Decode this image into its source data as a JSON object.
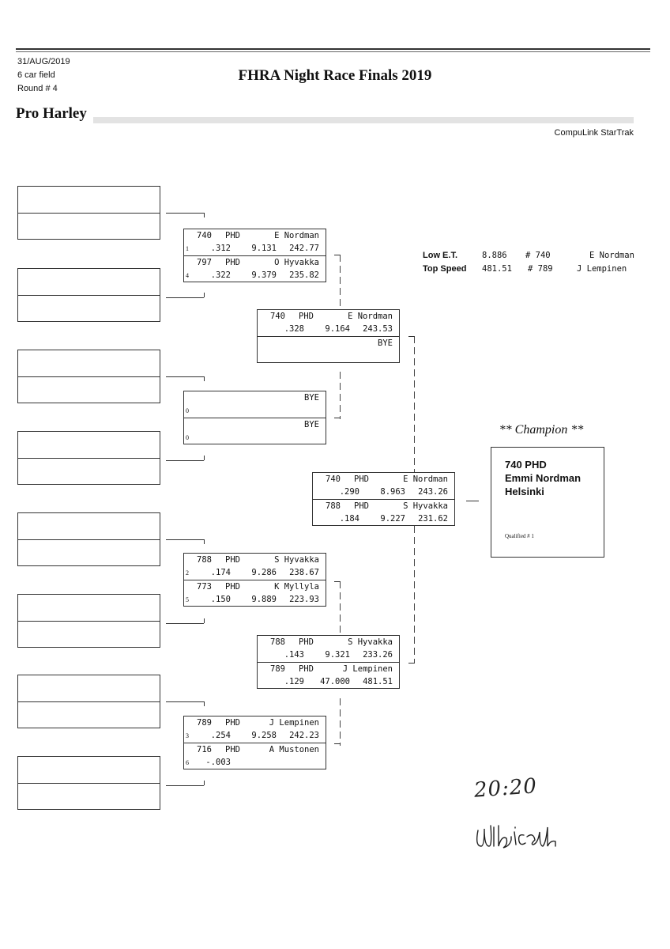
{
  "header": {
    "date": "31/AUG/2019",
    "field": "6 car field",
    "round": "Round # 4",
    "title": "FHRA Night Race Finals 2019",
    "category": "Pro Harley",
    "vendor": "CompuLink StarTrak"
  },
  "stats": {
    "low_et": {
      "label": "Low  E.T.",
      "value": "8.886",
      "car": "# 740",
      "driver": "E Nordman"
    },
    "top_speed": {
      "label": "Top Speed",
      "value": "481.51",
      "car": "# 789",
      "driver": "J Lempinen"
    }
  },
  "matches": [
    {
      "id": "r1m1",
      "slots": [
        {
          "car": "740",
          "cls": "PHD",
          "name": "E Nordman",
          "seed": "1",
          "rt": ".312",
          "et": "9.131",
          "speed": "242.77"
        },
        {
          "car": "797",
          "cls": "PHD",
          "name": "O Hyvakka",
          "seed": "4",
          "rt": ".322",
          "et": "9.379",
          "speed": "235.82"
        }
      ]
    },
    {
      "id": "r1m2",
      "slots": [
        {
          "car": "",
          "cls": "",
          "name": "BYE",
          "seed": "0",
          "rt": "",
          "et": "",
          "speed": ""
        },
        {
          "car": "",
          "cls": "",
          "name": "BYE",
          "seed": "0",
          "rt": "",
          "et": "",
          "speed": ""
        }
      ]
    },
    {
      "id": "r1m3",
      "slots": [
        {
          "car": "788",
          "cls": "PHD",
          "name": "S Hyvakka",
          "seed": "2",
          "rt": ".174",
          "et": "9.286",
          "speed": "238.67"
        },
        {
          "car": "773",
          "cls": "PHD",
          "name": "K Myllyla",
          "seed": "5",
          "rt": ".150",
          "et": "9.889",
          "speed": "223.93"
        }
      ]
    },
    {
      "id": "r1m4",
      "slots": [
        {
          "car": "789",
          "cls": "PHD",
          "name": "J Lempinen",
          "seed": "3",
          "rt": ".254",
          "et": "9.258",
          "speed": "242.23"
        },
        {
          "car": "716",
          "cls": "PHD",
          "name": "A Mustonen",
          "seed": "6",
          "rt": "-.003",
          "et": "",
          "speed": ""
        }
      ]
    },
    {
      "id": "r2m1",
      "slots": [
        {
          "car": "740",
          "cls": "PHD",
          "name": "E Nordman",
          "seed": "",
          "rt": ".328",
          "et": "9.164",
          "speed": "243.53"
        },
        {
          "car": "",
          "cls": "",
          "name": "BYE",
          "seed": "",
          "rt": "",
          "et": "",
          "speed": ""
        }
      ]
    },
    {
      "id": "r2m2",
      "slots": [
        {
          "car": "788",
          "cls": "PHD",
          "name": "S Hyvakka",
          "seed": "",
          "rt": ".143",
          "et": "9.321",
          "speed": "233.26"
        },
        {
          "car": "789",
          "cls": "PHD",
          "name": "J Lempinen",
          "seed": "",
          "rt": ".129",
          "et": "47.000",
          "speed": "481.51"
        }
      ]
    },
    {
      "id": "final",
      "slots": [
        {
          "car": "740",
          "cls": "PHD",
          "name": "E Nordman",
          "seed": "",
          "rt": ".290",
          "et": "8.963",
          "speed": "243.26"
        },
        {
          "car": "788",
          "cls": "PHD",
          "name": "S Hyvakka",
          "seed": "",
          "rt": ".184",
          "et": "9.227",
          "speed": "231.62"
        }
      ]
    }
  ],
  "champion": {
    "heading": "** Champion **",
    "car_class": "740    PHD",
    "driver": "Emmi Nordman",
    "city": "Helsinki",
    "qualified": "Qualified # 1"
  },
  "handwriting": {
    "time": "20:20",
    "signature": "signature"
  }
}
